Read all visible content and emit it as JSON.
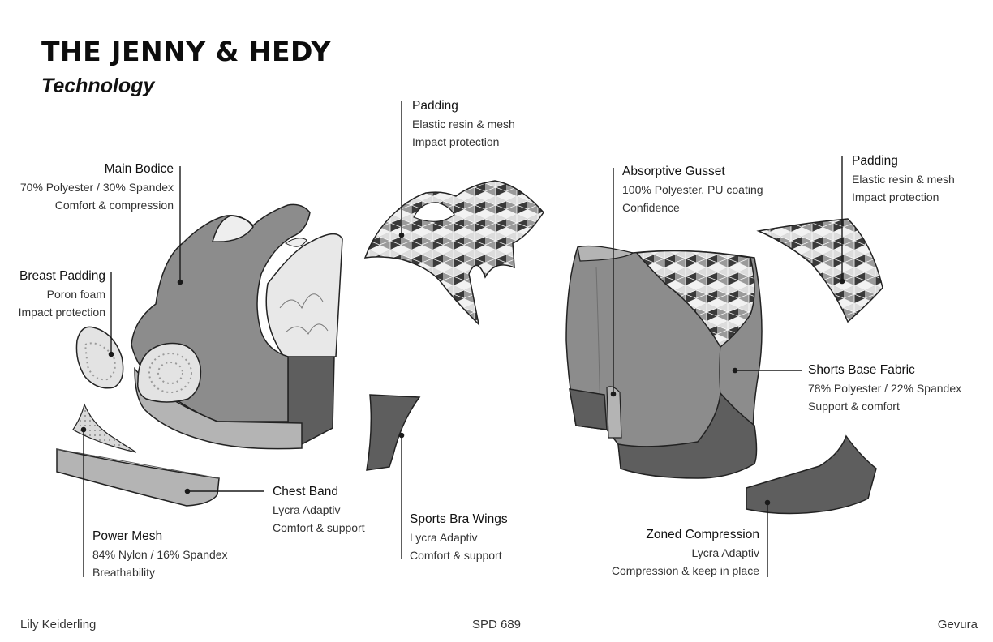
{
  "header": {
    "title": "THE JENNY & HEDY",
    "subtitle": "Technology"
  },
  "callouts": {
    "padding_bra": {
      "name": "Padding",
      "lines": [
        "Elastic resin & mesh",
        "Impact protection"
      ]
    },
    "main_bodice": {
      "name": "Main Bodice",
      "lines": [
        "70% Polyester / 30% Spandex",
        "Comfort & compression"
      ]
    },
    "breast_padding": {
      "name": "Breast Padding",
      "lines": [
        "Poron foam",
        "Impact protection"
      ]
    },
    "chest_band": {
      "name": "Chest Band",
      "lines": [
        "Lycra Adaptiv",
        "Comfort & support"
      ]
    },
    "power_mesh": {
      "name": "Power Mesh",
      "lines": [
        "84% Nylon / 16% Spandex",
        "Breathability"
      ]
    },
    "sports_bra_wings": {
      "name": "Sports Bra Wings",
      "lines": [
        "Lycra Adaptiv",
        "Comfort & support"
      ]
    },
    "absorptive_gusset": {
      "name": "Absorptive Gusset",
      "lines": [
        "100% Polyester, PU coating",
        "Confidence"
      ]
    },
    "padding_shorts": {
      "name": "Padding",
      "lines": [
        "Elastic resin & mesh",
        "Impact protection"
      ]
    },
    "shorts_base_fabric": {
      "name": "Shorts Base Fabric",
      "lines": [
        "78% Polyester / 22% Spandex",
        "Support & comfort"
      ]
    },
    "zoned_compression": {
      "name": "Zoned Compression",
      "lines": [
        "Lycra Adaptiv",
        "Compression & keep in place"
      ]
    }
  },
  "footer": {
    "left": "Lily Keiderling",
    "center": "SPD 689",
    "right": "Gevura"
  },
  "colors": {
    "bodice": "#8c8c8c",
    "dark": "#5e5e5e",
    "light": "#b4b4b4",
    "pad": "#e3e3e3",
    "line": "#1a1a1a"
  }
}
